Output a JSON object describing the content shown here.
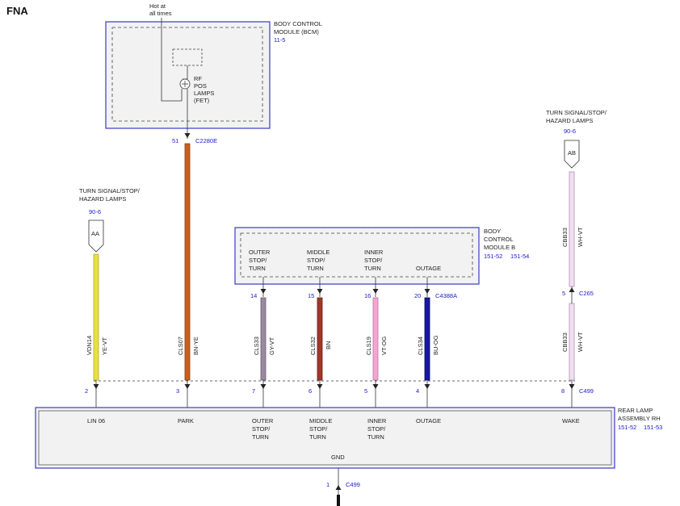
{
  "title": "FNA",
  "bcm": {
    "label": [
      "BODY CONTROL",
      "MODULE (BCM)"
    ],
    "ref": "11-5",
    "hot": [
      "Hot at",
      "all times"
    ],
    "fet": [
      "RF",
      "POS",
      "LAMPS",
      "(FET)"
    ],
    "pin": "51",
    "connector": "C2280E"
  },
  "bcmb": {
    "label": [
      "BODY",
      "CONTROL",
      "MODULE B"
    ],
    "refs": [
      "151-52",
      "151-54"
    ],
    "connector": "C4388A",
    "outputs": [
      {
        "label": [
          "OUTER",
          "STOP/",
          "TURN"
        ],
        "pin": "14"
      },
      {
        "label": [
          "MIDDLE",
          "STOP/",
          "TURN"
        ],
        "pin": "15"
      },
      {
        "label": [
          "INNER",
          "STOP/",
          "TURN"
        ],
        "pin": "16"
      },
      {
        "label": [
          "OUTAGE"
        ],
        "pin": "20"
      }
    ]
  },
  "left_ref": {
    "label": [
      "TURN SIGNAL/STOP/",
      "HAZARD LAMPS"
    ],
    "page": "90-6",
    "tag": "AA"
  },
  "right_ref": {
    "label": [
      "TURN SIGNAL/STOP/",
      "HAZARD LAMPS"
    ],
    "page": "90-6",
    "tag": "AB"
  },
  "wires": [
    {
      "circuit": "VDN14",
      "color": "YE-VT",
      "fill": "#e8e040",
      "stroke": "#b8b020"
    },
    {
      "circuit": "CLS07",
      "color": "BN-YE",
      "fill": "#c86020",
      "stroke": "#8a4010"
    },
    {
      "circuit": "CLS33",
      "color": "GY-VT",
      "fill": "#9a8aa0",
      "stroke": "#6a5a70"
    },
    {
      "circuit": "CLS32",
      "color": "BN",
      "fill": "#a03828",
      "stroke": "#701818"
    },
    {
      "circuit": "CLS19",
      "color": "VT-OG",
      "fill": "#f0a8d0",
      "stroke": "#c070a0"
    },
    {
      "circuit": "CLS34",
      "color": "BU-OG",
      "fill": "#1818a0",
      "stroke": "#000060"
    },
    {
      "circuit": "CBB33",
      "color": "WH-VT",
      "fill": "#f0e0f0",
      "stroke": "#b090b0"
    },
    {
      "circuit": "CBB33",
      "color": "WH-VT",
      "fill": "#f0e0f0",
      "stroke": "#b090b0"
    }
  ],
  "c265": {
    "pin": "5",
    "connector": "C265"
  },
  "rear": {
    "label": [
      "REAR LAMP",
      "ASSEMBLY RH"
    ],
    "refs": [
      "151-52",
      "151-53"
    ],
    "connector": "C499",
    "pins": [
      {
        "pin": "2",
        "label": [
          "LIN 06"
        ]
      },
      {
        "pin": "3",
        "label": [
          "PARK"
        ]
      },
      {
        "pin": "7",
        "label": [
          "OUTER",
          "STOP/",
          "TURN"
        ]
      },
      {
        "pin": "6",
        "label": [
          "MIDDLE",
          "STOP/",
          "TURN"
        ]
      },
      {
        "pin": "5",
        "label": [
          "INNER",
          "STOP/",
          "TURN"
        ]
      },
      {
        "pin": "4",
        "label": [
          "OUTAGE"
        ]
      },
      {
        "pin": "8",
        "label": [
          "WAKE"
        ]
      }
    ],
    "gnd": "GND",
    "gnd_pin": "1",
    "gnd_connector": "C499"
  },
  "colors": {
    "module_border": "#3a3acc",
    "module_fill": "#f2f2f2",
    "ref_blue": "#1a1acc"
  }
}
